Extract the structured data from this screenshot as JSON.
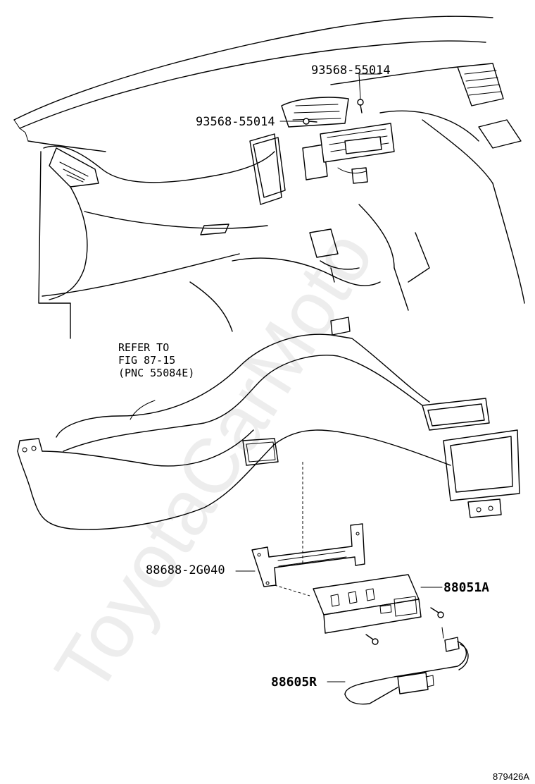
{
  "labels": {
    "screw_right": "93568-55014",
    "screw_left": "93568-55014",
    "bracket": "88688-2G040",
    "sensor": "88051A",
    "harness": "88605R"
  },
  "note": {
    "line1": "REFER TO",
    "line2": "FIG 87-15",
    "line3": "(PNC 55084E)"
  },
  "figure_id": "879426A",
  "watermark": "ToyotaCarMoto"
}
